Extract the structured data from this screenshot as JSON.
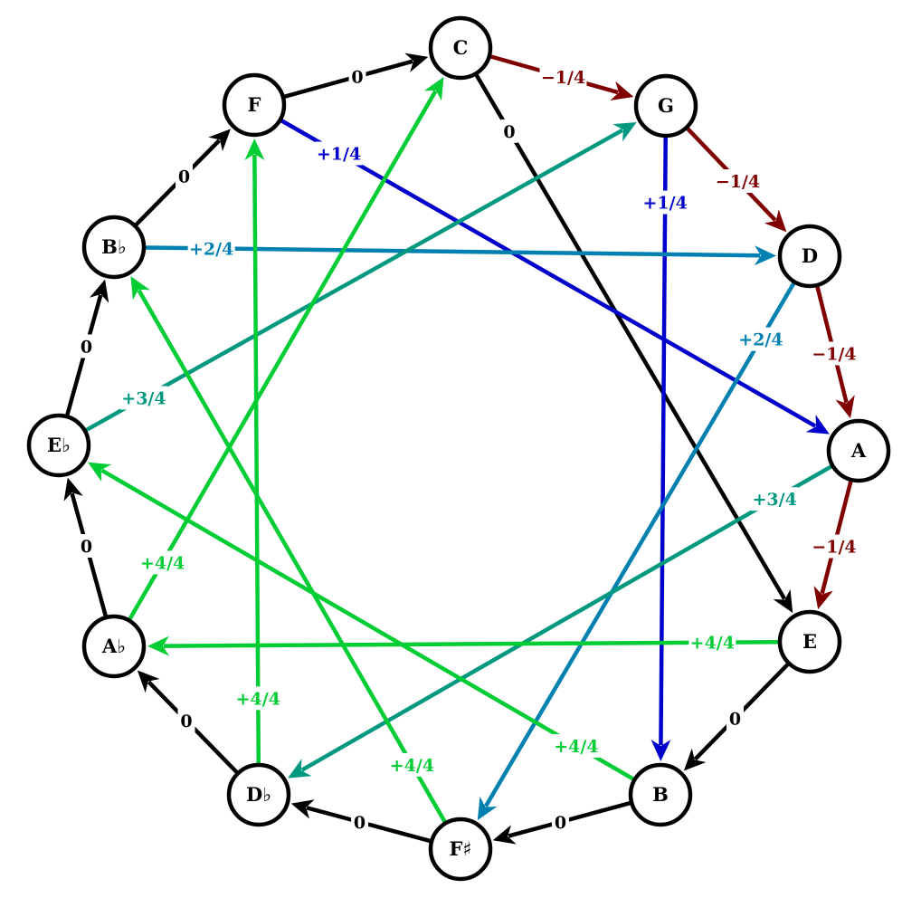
{
  "colors": {
    "zero": "#000000",
    "minus1": "#800000",
    "plus1": "#0000cc",
    "plus2": "#0080b0",
    "plus3": "#009980",
    "plus4": "#00cc33"
  },
  "nodes": [
    "C",
    "G",
    "D",
    "A",
    "E",
    "B",
    "F♯",
    "D♭",
    "A♭",
    "E♭",
    "B♭",
    "F"
  ],
  "edges": [
    {
      "from": "F",
      "to": "C",
      "label": "0",
      "color": "zero"
    },
    {
      "from": "B♭",
      "to": "F",
      "label": "0",
      "color": "zero"
    },
    {
      "from": "E♭",
      "to": "B♭",
      "label": "0",
      "color": "zero"
    },
    {
      "from": "A♭",
      "to": "E♭",
      "label": "0",
      "color": "zero"
    },
    {
      "from": "D♭",
      "to": "A♭",
      "label": "0",
      "color": "zero"
    },
    {
      "from": "F♯",
      "to": "D♭",
      "label": "0",
      "color": "zero"
    },
    {
      "from": "B",
      "to": "F♯",
      "label": "0",
      "color": "zero"
    },
    {
      "from": "E",
      "to": "B",
      "label": "0",
      "color": "zero"
    },
    {
      "from": "C",
      "to": "G",
      "label": "−1/4",
      "color": "minus1"
    },
    {
      "from": "G",
      "to": "D",
      "label": "−1/4",
      "color": "minus1"
    },
    {
      "from": "D",
      "to": "A",
      "label": "−1/4",
      "color": "minus1"
    },
    {
      "from": "A",
      "to": "E",
      "label": "−1/4",
      "color": "minus1"
    },
    {
      "from": "C",
      "to": "E",
      "label": "0",
      "color": "zero"
    },
    {
      "from": "F",
      "to": "A",
      "label": "+1/4",
      "color": "plus1"
    },
    {
      "from": "G",
      "to": "B",
      "label": "+1/4",
      "color": "plus1"
    },
    {
      "from": "B♭",
      "to": "D",
      "label": "+2/4",
      "color": "plus2"
    },
    {
      "from": "D",
      "to": "F♯",
      "label": "+2/4",
      "color": "plus2"
    },
    {
      "from": "E♭",
      "to": "G",
      "label": "+3/4",
      "color": "plus3"
    },
    {
      "from": "A",
      "to": "D♭",
      "label": "+3/4",
      "color": "plus3"
    },
    {
      "from": "A♭",
      "to": "C",
      "label": "+4/4",
      "color": "plus4"
    },
    {
      "from": "D♭",
      "to": "F",
      "label": "+4/4",
      "color": "plus4"
    },
    {
      "from": "F♯",
      "to": "B♭",
      "label": "+4/4",
      "color": "plus4"
    },
    {
      "from": "B",
      "to": "E♭",
      "label": "+4/4",
      "color": "plus4"
    },
    {
      "from": "E",
      "to": "A♭",
      "label": "+4/4",
      "color": "plus4"
    }
  ]
}
